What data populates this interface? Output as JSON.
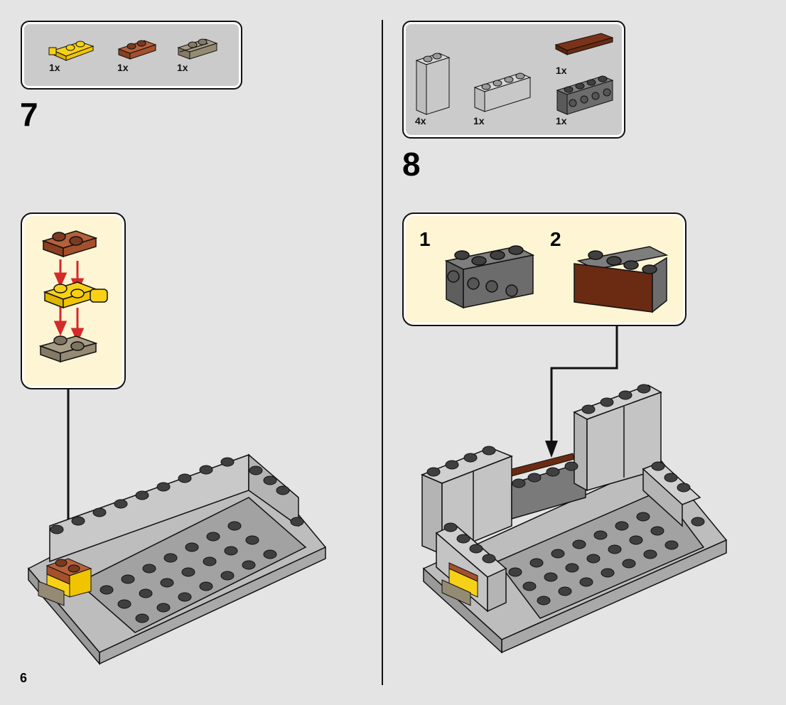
{
  "page": {
    "number": "6"
  },
  "steps": [
    {
      "number": "7",
      "parts": [
        {
          "name": "yellow-hinge-plate-1x2",
          "color": "#f7d117",
          "qty": "1x"
        },
        {
          "name": "reddish-brown-plate-1x2",
          "color": "#a5502c",
          "qty": "1x"
        },
        {
          "name": "dark-tan-plate-1x2-rail",
          "color": "#958a73",
          "qty": "1x"
        }
      ],
      "subassembly": {
        "description": "Stack brown plate, yellow hinge plate and tan rail plate"
      }
    },
    {
      "number": "8",
      "parts": [
        {
          "name": "light-gray-brick-1x2x3",
          "color": "#c8c8c8",
          "qty": "4x"
        },
        {
          "name": "light-gray-brick-1x4",
          "color": "#c8c8c8",
          "qty": "1x"
        },
        {
          "name": "reddish-brown-tile-1x4",
          "color": "#6b2a12",
          "qty": "1x"
        },
        {
          "name": "dark-gray-brick-1x4-studs-on-side",
          "color": "#6c6c6c",
          "qty": "1x"
        }
      ],
      "subassembly": {
        "substeps": [
          {
            "number": "1",
            "description": "Dark gray brick with side studs"
          },
          {
            "number": "2",
            "description": "Attach brown tile to side"
          }
        ]
      }
    }
  ],
  "colors": {
    "background": "#e4e4e4",
    "parts_box": "#cbcbcb",
    "sub_box": "#fdf5d4",
    "arrow_red": "#d42a2a",
    "light_gray": "#c4c4c4",
    "dark_gray": "#6c6c6c",
    "stud": "#4a4a4a"
  }
}
